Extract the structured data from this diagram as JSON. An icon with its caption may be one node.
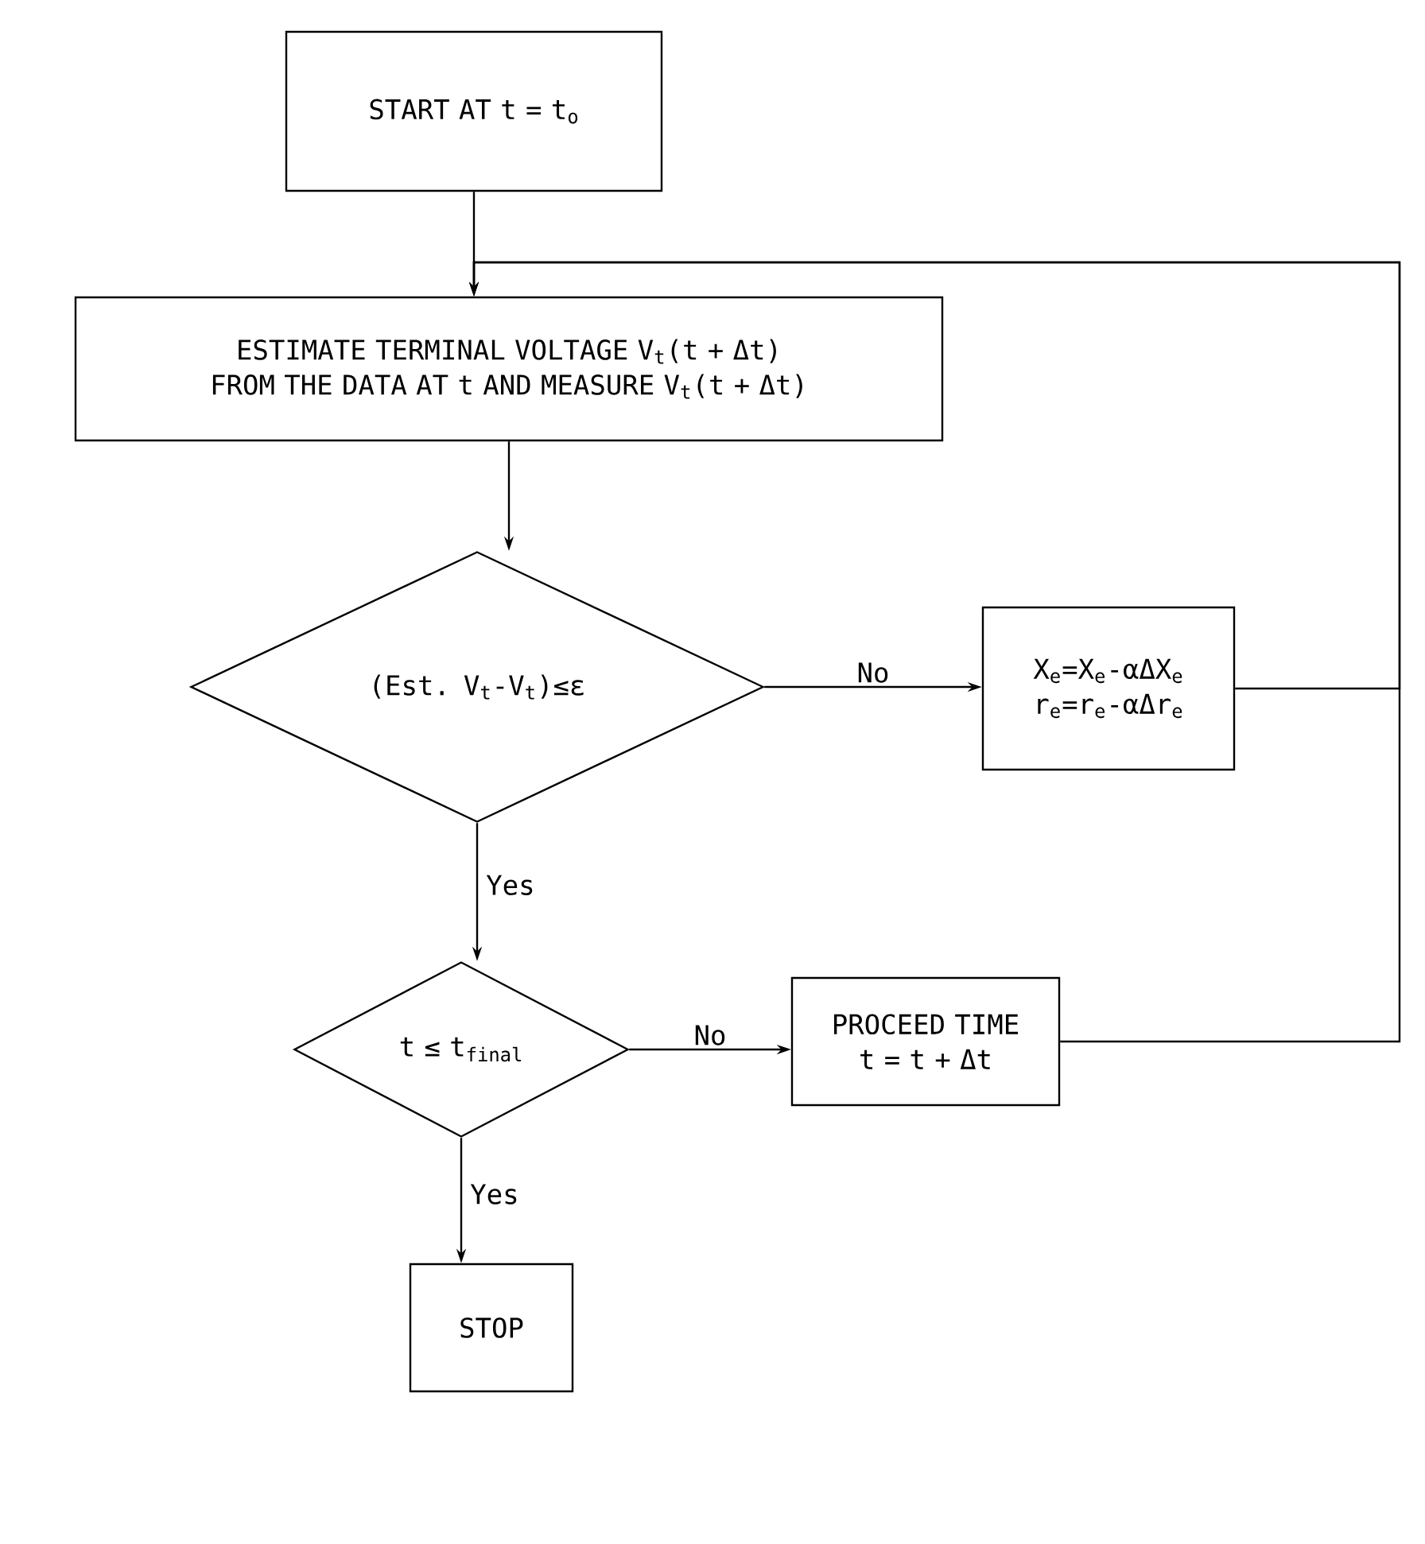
{
  "diagram": {
    "nodes": [
      {
        "text": [
          "START AT t = t$_{o}$"
        ]
      },
      {
        "text": [
          "ESTIMATE TERMINAL VOLTAGE V$_{t}$(t + Δt) FROM THE DATA AT t AND MEASURE V$_{t}$(t + Δt)"
        ]
      },
      {
        "text": [
          "(Est. V$_{t}$-V$_{t}$)≤ε"
        ]
      },
      {
        "text": [
          "X$_{e}$=X$_{e}$-αΔX$_{e}$",
          "r$_{e}$=r$_{e}$-αΔr$_{e}$"
        ]
      },
      {
        "text": [
          "t ≤ t$_{final}$"
        ]
      },
      {
        "text": [
          "PROCEED TIME t = t + Δt"
        ]
      },
      {
        "text": [
          "STOP"
        ]
      }
    ],
    "edges": [
      {
        "from": 0,
        "to": 1,
        "arrow": "to"
      },
      {
        "from": 1,
        "to": 2,
        "arrow": "to"
      },
      {
        "from": 2,
        "to": 3,
        "arrow": "to",
        "label": "No"
      },
      {
        "from": 2,
        "to": 4,
        "arrow": "to",
        "label": "Yes"
      },
      {
        "from": 4,
        "to": 5,
        "arrow": "to",
        "label": "No"
      },
      {
        "from": 4,
        "to": 6,
        "arrow": "to",
        "label": "Yes"
      },
      {
        "from": 3,
        "to": 1,
        "arrow": "to"
      },
      {
        "from": 5,
        "to": 1,
        "arrow": "to"
      }
    ]
  }
}
